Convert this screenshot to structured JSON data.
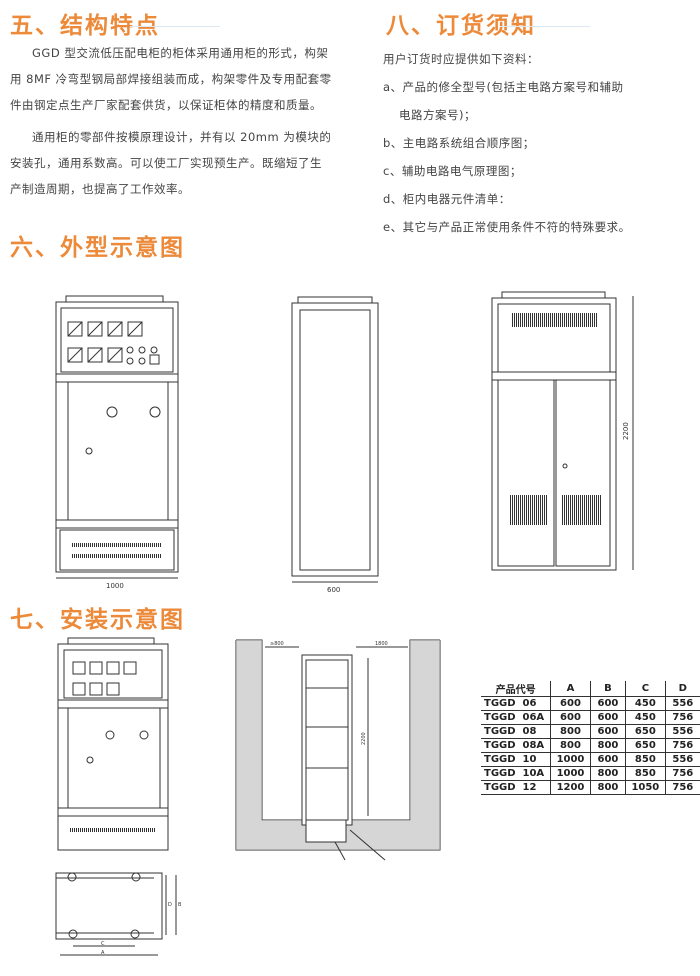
{
  "section5": {
    "title": "五、结构特点",
    "paragraphs": [
      [
        "GGD 型交流低压配电柜的柜体采用通用柜的形式，构架",
        "用 8MF 冷弯型钢局部焊接组装而成，构架零件及专用配套零",
        "件由钢定点生产厂家配套供货，以保证柜体的精度和质量。"
      ],
      [
        "通用柜的零部件按模原理设计，并有以 20mm 为模块的",
        "安装孔，通用系数高。可以使工厂实现预生产。既缩短了生",
        "产制造周期，也提高了工作效率。"
      ]
    ]
  },
  "section8": {
    "title": "八、订货须知",
    "intro": "用户订货时应提供如下资料：",
    "items": [
      "a、产品的修全型号(包括主电路方案号和辅助",
      "电路方案号)；",
      "b、主电路系统组合顺序图；",
      "c、辅助电路电气原理图；",
      "d、柜内电器元件清单：",
      "e、其它与产品正常使用条件不符的特殊要求。"
    ]
  },
  "section6": {
    "title": "六、外型示意图",
    "dim_front": "1000",
    "dim_side": "600",
    "dim_height": "2200"
  },
  "section7": {
    "title": "七、安装示意图",
    "dim_left": "≥800",
    "dim_right": "1800",
    "dim_height": "2200",
    "label_a": "A",
    "label_b": "B",
    "label_c": "C",
    "label_d": "D"
  },
  "table": {
    "headers": [
      "产品代号",
      "A",
      "B",
      "C",
      "D"
    ],
    "rows": [
      [
        "TGGD  06",
        "600",
        "600",
        "450",
        "556"
      ],
      [
        "TGGD  06A",
        "600",
        "600",
        "450",
        "756"
      ],
      [
        "TGGD  08",
        "800",
        "600",
        "650",
        "556"
      ],
      [
        "TGGD  08A",
        "800",
        "800",
        "650",
        "756"
      ],
      [
        "TGGD  10",
        "1000",
        "600",
        "850",
        "556"
      ],
      [
        "TGGD  10A",
        "1000",
        "800",
        "850",
        "756"
      ],
      [
        "TGGD  12",
        "1200",
        "800",
        "1050",
        "756"
      ]
    ]
  },
  "colors": {
    "heading": "#ec8a3a",
    "highlight": "#d3e4f4"
  }
}
